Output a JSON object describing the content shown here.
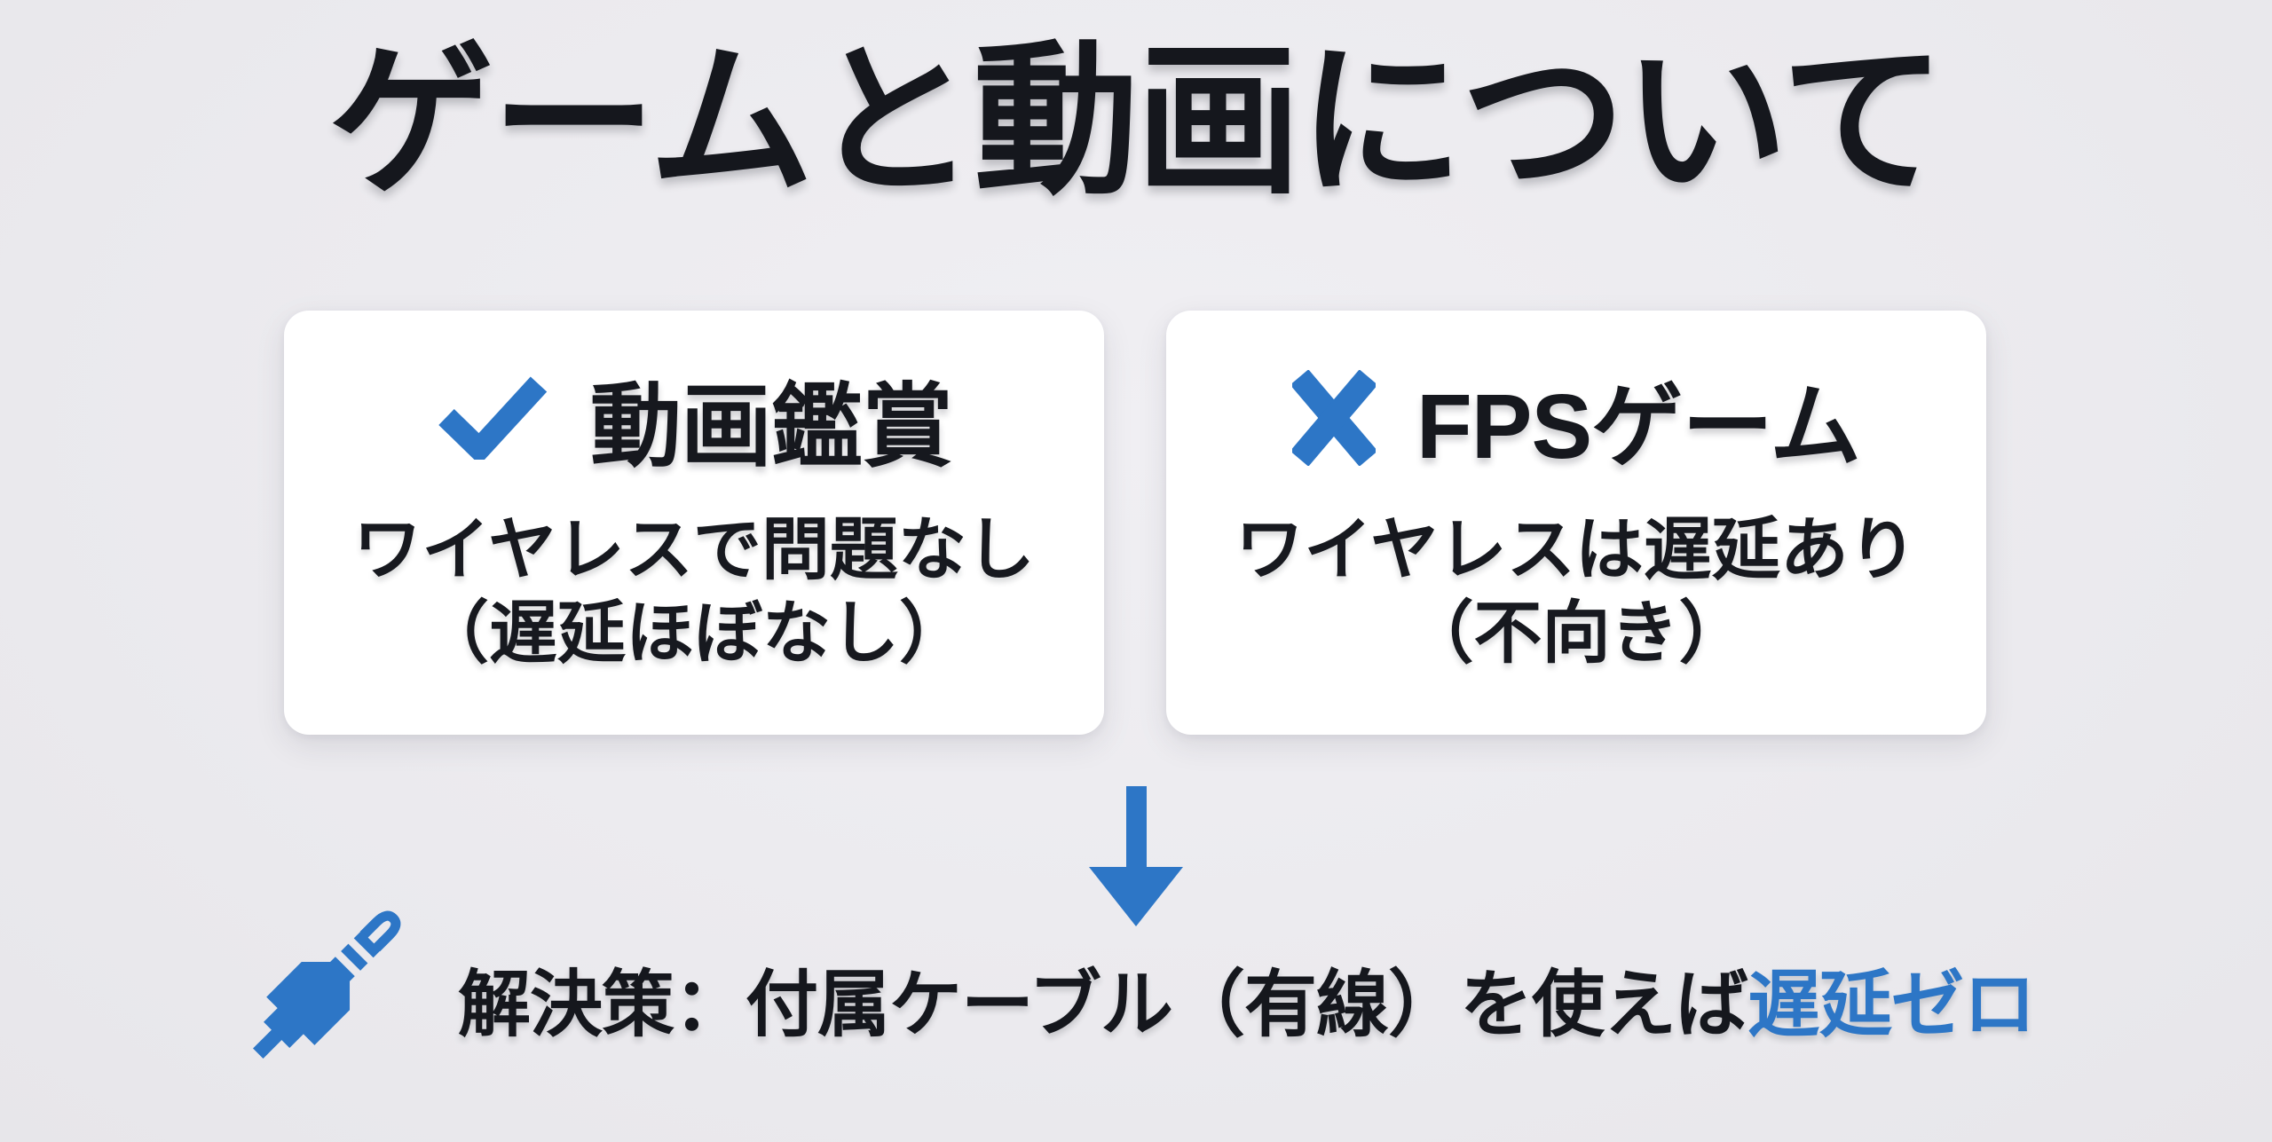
{
  "page": {
    "title": "ゲームと動画について",
    "colors": {
      "accent_blue": "#2d76c6",
      "text_dark": "#16181e",
      "background": "#ebeaee",
      "card_background": "#ffffff"
    }
  },
  "cards": [
    {
      "icon": "check-icon",
      "heading": "動画鑑賞",
      "line1": "ワイヤレスで問題なし",
      "line2": "（遅延ほぼなし）"
    },
    {
      "icon": "cross-icon",
      "heading": "FPSゲーム",
      "line1": "ワイヤレスは遅延あり",
      "line2": "（不向き）"
    }
  ],
  "solution": {
    "arrow_icon": "down-arrow-icon",
    "plug_icon": "audio-jack-icon",
    "text_prefix": "解決策：付属ケーブル（有線）を使えば",
    "text_highlight": "遅延ゼロ"
  }
}
